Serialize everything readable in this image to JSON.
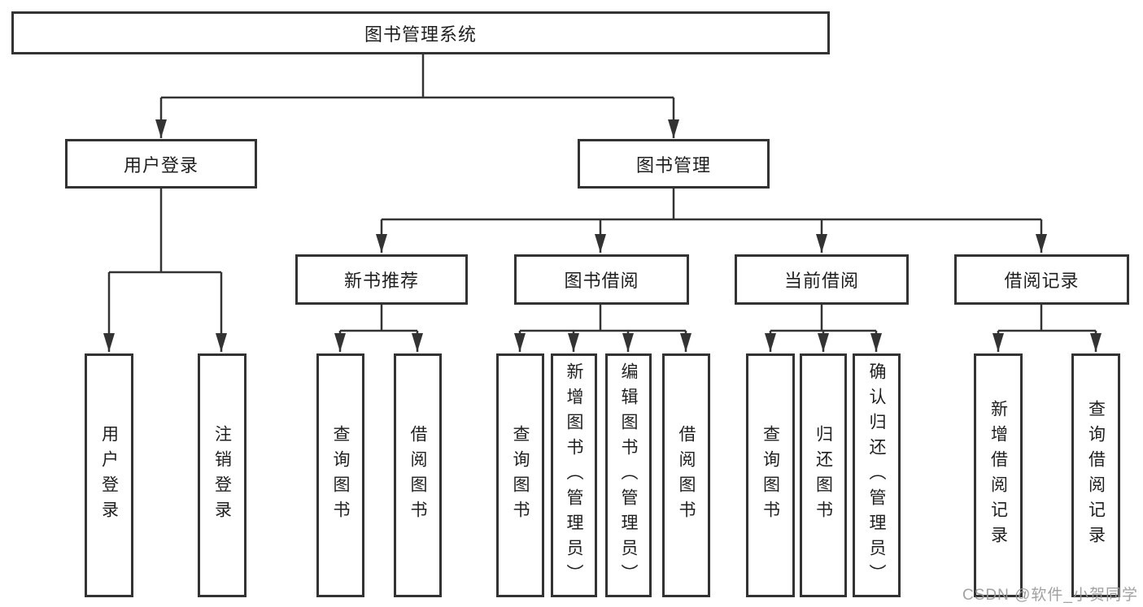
{
  "diagram": {
    "type": "hierarchy-tree",
    "root": {
      "label": "图书管理系统",
      "children": [
        {
          "label": "用户登录",
          "children": [
            {
              "label": "用户登录"
            },
            {
              "label": "注销登录"
            }
          ]
        },
        {
          "label": "图书管理",
          "children": [
            {
              "label": "新书推荐",
              "children": [
                {
                  "label": "查询图书"
                },
                {
                  "label": "借阅图书"
                }
              ]
            },
            {
              "label": "图书借阅",
              "children": [
                {
                  "label": "查询图书"
                },
                {
                  "label": "新增图书（管理员）"
                },
                {
                  "label": "编辑图书（管理员）"
                },
                {
                  "label": "借阅图书"
                }
              ]
            },
            {
              "label": "当前借阅",
              "children": [
                {
                  "label": "查询图书"
                },
                {
                  "label": "归还图书"
                },
                {
                  "label": "确认归还（管理员）"
                }
              ]
            },
            {
              "label": "借阅记录",
              "children": [
                {
                  "label": "新增借阅记录"
                },
                {
                  "label": "查询借阅记录"
                }
              ]
            }
          ]
        }
      ]
    }
  },
  "watermark": {
    "text": "CSDN @软件_小贺同学"
  },
  "colors": {
    "border": "#333333",
    "text": "#1f1f1f",
    "background": "#ffffff",
    "watermark": "#9a9a9a"
  }
}
